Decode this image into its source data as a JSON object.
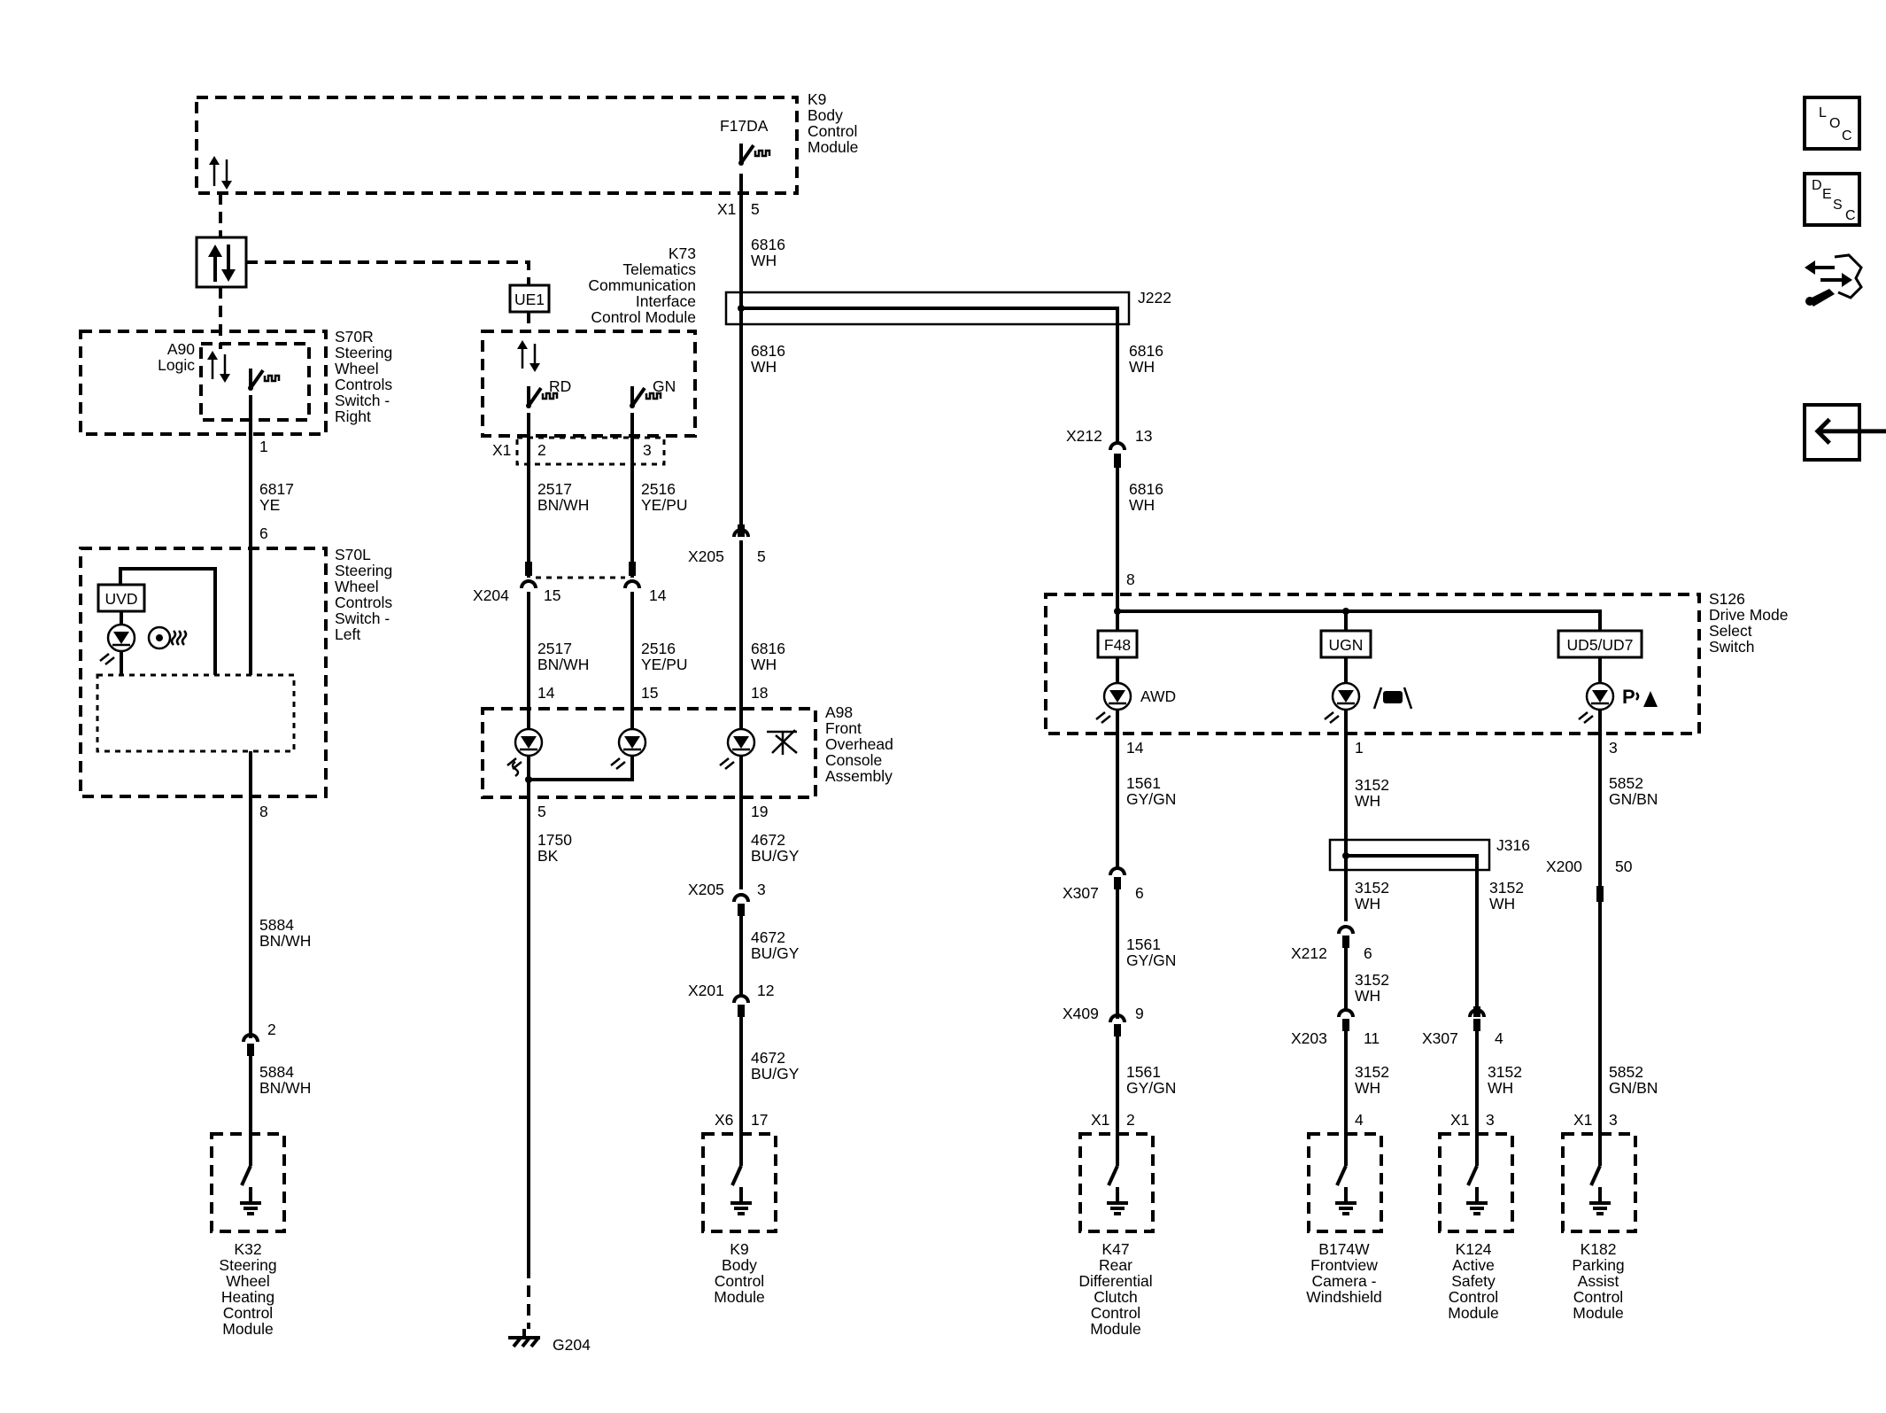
{
  "nav": {
    "loc": [
      "L",
      "O",
      "C"
    ],
    "desc": [
      "D",
      "E",
      "S",
      "C"
    ],
    "back_arrow": "🡐"
  },
  "modules": {
    "k9_top": [
      "K9",
      "Body",
      "Control",
      "Module"
    ],
    "k73": [
      "K73",
      "Telematics",
      "Communication",
      "Interface",
      "Control Module"
    ],
    "s70r": [
      "S70R",
      "Steering",
      "Wheel",
      "Controls",
      "Switch -",
      "Right"
    ],
    "a90": [
      "A90",
      "Logic"
    ],
    "s70l": [
      "S70L",
      "Steering",
      "Wheel",
      "Controls",
      "Switch -",
      "Left"
    ],
    "a98": [
      "A98",
      "Front",
      "Overhead",
      "Console",
      "Assembly"
    ],
    "s126": [
      "S126",
      "Drive Mode",
      "Select",
      "Switch"
    ],
    "k32": [
      "K32",
      "Steering",
      "Wheel",
      "Heating",
      "Control",
      "Module"
    ],
    "k9_bottom": [
      "K9",
      "Body",
      "Control",
      "Module"
    ],
    "k47": [
      "K47",
      "Rear",
      "Differential",
      "Clutch",
      "Control",
      "Module"
    ],
    "b174w": [
      "B174W",
      "Frontview",
      "Camera -",
      "Windshield"
    ],
    "k124": [
      "K124",
      "Active",
      "Safety",
      "Control",
      "Module"
    ],
    "k182": [
      "K182",
      "Parking",
      "Assist",
      "Control",
      "Module"
    ]
  },
  "tags": {
    "ue1": "UE1",
    "uvd": "UVD",
    "f48": "F48",
    "ugn": "UGN",
    "ud5": "UD5/UD7",
    "awd": "AWD",
    "rd": "RD",
    "gn": "GN",
    "f17da": "F17DA",
    "g204": "G204",
    "j222": "J222",
    "j316": "J316"
  },
  "connectors": {
    "k9_x1": "X1",
    "k9_pin": "5",
    "s70r_pin": "1",
    "s70l_pin_top": "6",
    "s70l_pin_bottom": "8",
    "k32_pin": "2",
    "k73_x1": "X1",
    "k73_pin_a": "2",
    "k73_pin_b": "3",
    "x204": "X204",
    "x204_a": "15",
    "x204_b": "14",
    "a98_pin_a": "14",
    "a98_pin_b": "15",
    "a98_pin_c": "18",
    "a98_pin_gnd": "5",
    "a98_pin_out": "19",
    "x205a": "X205",
    "x205a_pin": "5",
    "x205b": "X205",
    "x205b_pin": "3",
    "x201": "X201",
    "x201_pin": "12",
    "x6": "X6",
    "x6_pin": "17",
    "x212a": "X212",
    "x212a_pin": "13",
    "s126_in": "8",
    "s126_pin_a": "14",
    "s126_pin_b": "1",
    "s126_pin_c": "3",
    "x307a": "X307",
    "x307a_pin": "6",
    "x409": "X409",
    "x409_pin": "9",
    "k47_x1": "X1",
    "k47_pin": "2",
    "x212b": "X212",
    "x212b_pin": "6",
    "x203": "X203",
    "x203_pin": "11",
    "b174w_pin": "4",
    "x307b": "X307",
    "x307b_pin": "4",
    "k124_x1": "X1",
    "k124_pin": "3",
    "x200": "X200",
    "x200_pin": "50",
    "k182_x1": "X1",
    "k182_pin": "3"
  },
  "wires": {
    "w6816_a": [
      "6816",
      "WH"
    ],
    "w6816_b": [
      "6816",
      "WH"
    ],
    "w6816_c": [
      "6816",
      "WH"
    ],
    "w6816_d": [
      "6816",
      "WH"
    ],
    "w6816_e": [
      "6816",
      "WH"
    ],
    "w6817": [
      "6817",
      "YE"
    ],
    "w5884_a": [
      "5884",
      "BN/WH"
    ],
    "w5884_b": [
      "5884",
      "BN/WH"
    ],
    "w2517_a": [
      "2517",
      "BN/WH"
    ],
    "w2516_a": [
      "2516",
      "YE/PU"
    ],
    "w2517_b": [
      "2517",
      "BN/WH"
    ],
    "w2516_b": [
      "2516",
      "YE/PU"
    ],
    "w1750": [
      "1750",
      "BK"
    ],
    "w4672_a": [
      "4672",
      "BU/GY"
    ],
    "w4672_b": [
      "4672",
      "BU/GY"
    ],
    "w4672_c": [
      "4672",
      "BU/GY"
    ],
    "w1561_a": [
      "1561",
      "GY/GN"
    ],
    "w1561_b": [
      "1561",
      "GY/GN"
    ],
    "w1561_c": [
      "1561",
      "GY/GN"
    ],
    "w3152_a": [
      "3152",
      "WH"
    ],
    "w3152_b": [
      "3152",
      "WH"
    ],
    "w3152_c": [
      "3152",
      "WH"
    ],
    "w3152_d": [
      "3152",
      "WH"
    ],
    "w3152_e": [
      "3152",
      "WH"
    ],
    "w3152_f": [
      "3152",
      "WH"
    ],
    "w5852_a": [
      "5852",
      "GN/BN"
    ],
    "w5852_b": [
      "5852",
      "GN/BN"
    ]
  }
}
